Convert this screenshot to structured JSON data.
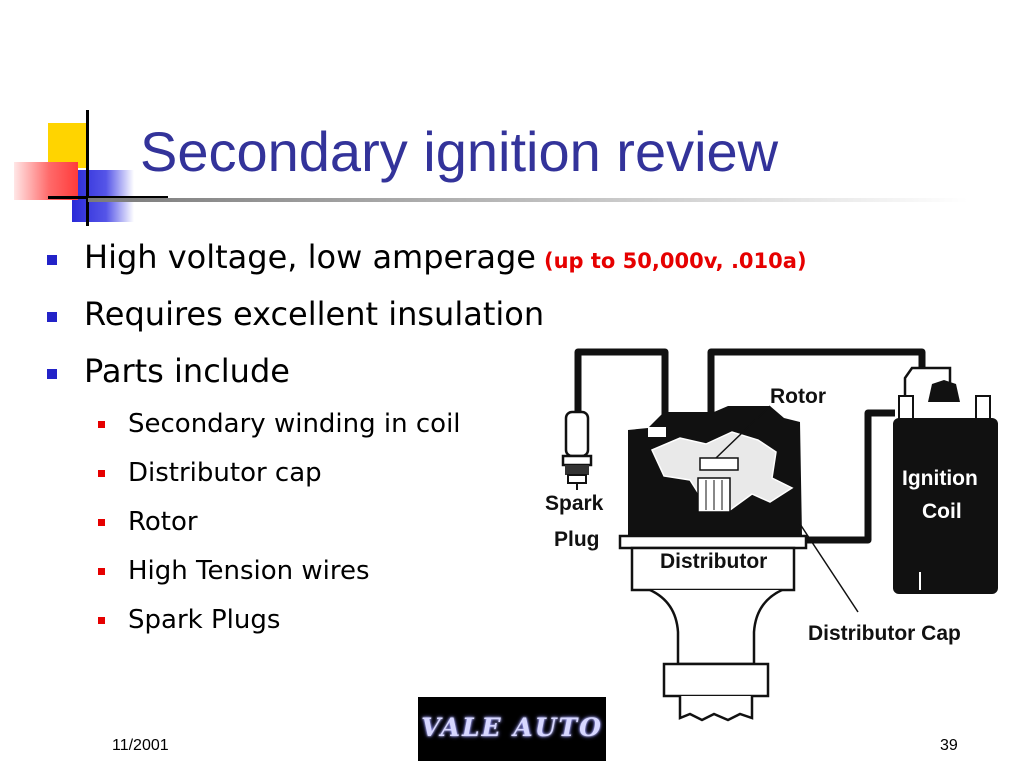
{
  "slide": {
    "title": "Secondary ignition review",
    "bullets": [
      {
        "text": "High voltage, low amperage",
        "emphasis": "(up to 50,000v, .010a)"
      },
      {
        "text": "Requires excellent insulation"
      },
      {
        "text": "Parts include",
        "subitems": [
          "Secondary winding in coil",
          "Distributor cap",
          "Rotor",
          "High Tension wires",
          "Spark Plugs"
        ]
      }
    ],
    "diagram": {
      "labels": {
        "rotor": "Rotor",
        "spark": "Spark",
        "plug": "Plug",
        "distributor": "Distributor",
        "ignition": "Ignition",
        "coil": "Coil",
        "distributor_cap": "Distributor Cap"
      }
    },
    "logo_text": "VALE AUTO",
    "footer": {
      "date": "11/2001",
      "page": "39"
    }
  },
  "colors": {
    "title": "#33339a",
    "bullet_level1": "#2323c8",
    "bullet_level2": "#e60000",
    "emphasis": "#e60000"
  }
}
